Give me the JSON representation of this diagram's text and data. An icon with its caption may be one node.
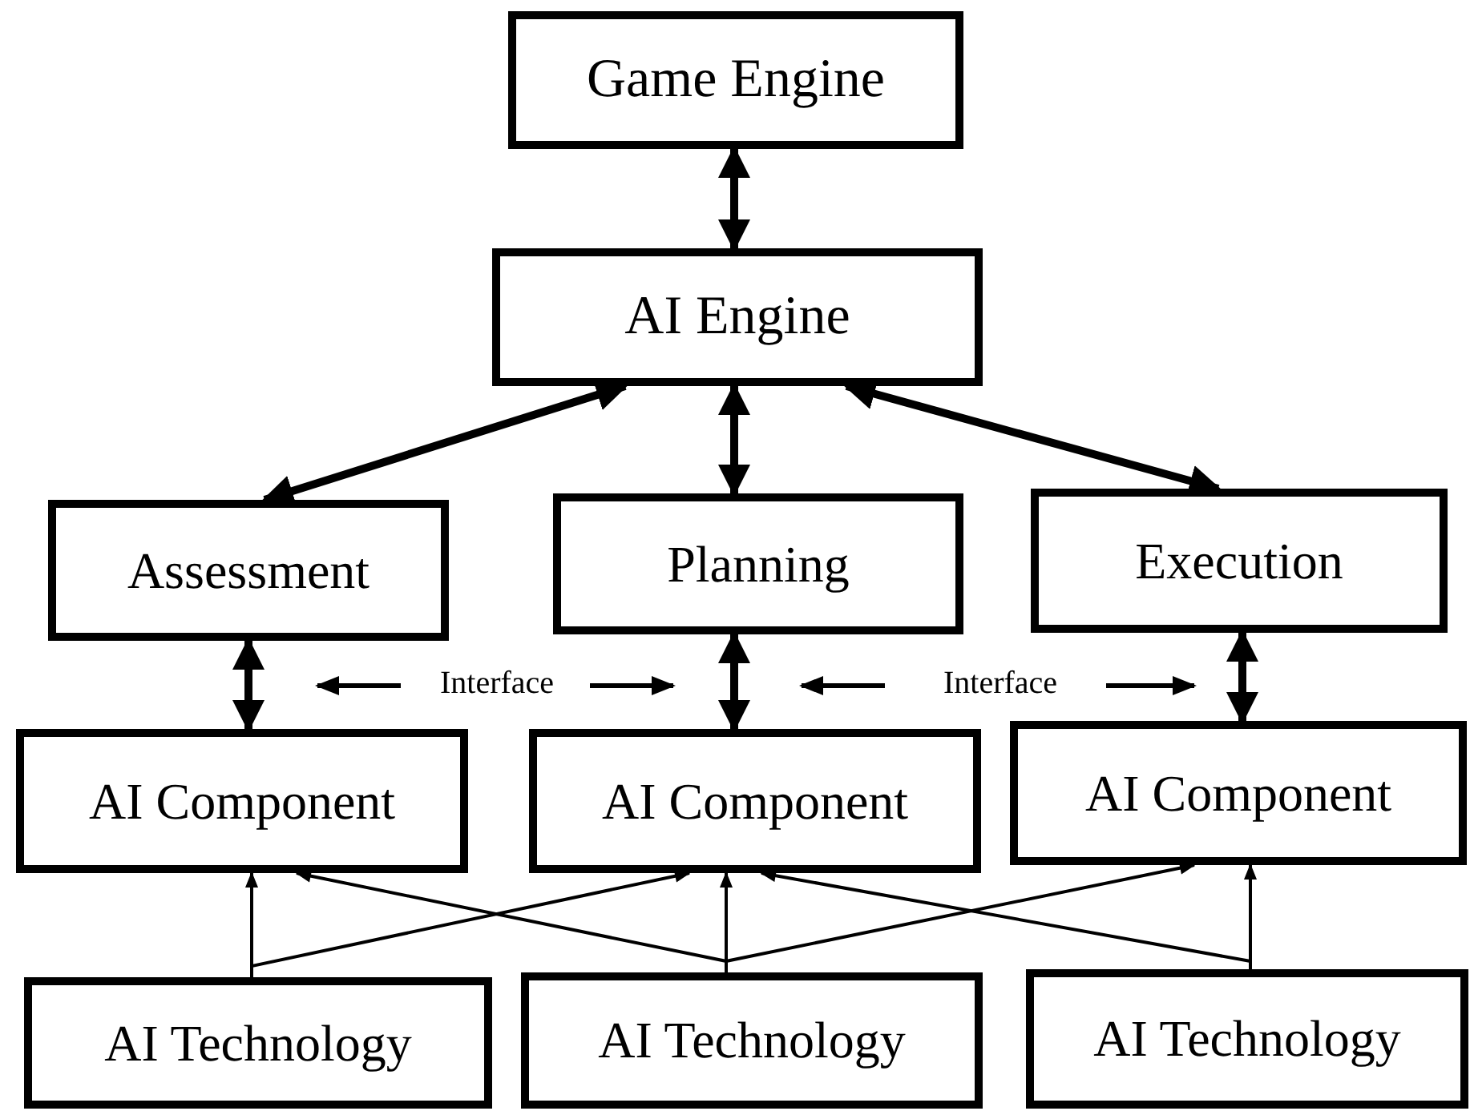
{
  "diagram": {
    "nodes": [
      {
        "text": [
          "Game Engine"
        ]
      },
      {
        "text": [
          "AI Engine"
        ]
      },
      {
        "text": [
          "Assessment"
        ]
      },
      {
        "text": [
          "Planning"
        ]
      },
      {
        "text": [
          "Execution"
        ]
      },
      {
        "text": [
          "AI Component"
        ]
      },
      {
        "text": [
          "AI Component"
        ]
      },
      {
        "text": [
          "AI Component"
        ]
      },
      {
        "text": [
          "AI Technology"
        ]
      },
      {
        "text": [
          "AI Technology"
        ]
      },
      {
        "text": [
          "AI Technology"
        ]
      }
    ],
    "edges": [
      {
        "from": 0,
        "to": 1,
        "arrow": "both",
        "style": "thick"
      },
      {
        "from": 1,
        "to": 2,
        "arrow": "both",
        "style": "thick"
      },
      {
        "from": 1,
        "to": 3,
        "arrow": "both",
        "style": "thick"
      },
      {
        "from": 1,
        "to": 4,
        "arrow": "both",
        "style": "thick"
      },
      {
        "from": 2,
        "to": 5,
        "arrow": "both",
        "style": "thick"
      },
      {
        "from": 3,
        "to": 6,
        "arrow": "both",
        "style": "thick"
      },
      {
        "from": 4,
        "to": 7,
        "arrow": "both",
        "style": "thick"
      },
      {
        "from": 8,
        "to": 5,
        "arrow": "to"
      },
      {
        "from": 8,
        "to": 6,
        "arrow": "to"
      },
      {
        "from": 9,
        "to": 5,
        "arrow": "to"
      },
      {
        "from": 9,
        "to": 6,
        "arrow": "to"
      },
      {
        "from": 9,
        "to": 7,
        "arrow": "to"
      },
      {
        "from": 10,
        "to": 6,
        "arrow": "to"
      },
      {
        "from": 10,
        "to": 7,
        "arrow": "to"
      }
    ],
    "labels": [
      "Interface",
      "Interface"
    ]
  }
}
